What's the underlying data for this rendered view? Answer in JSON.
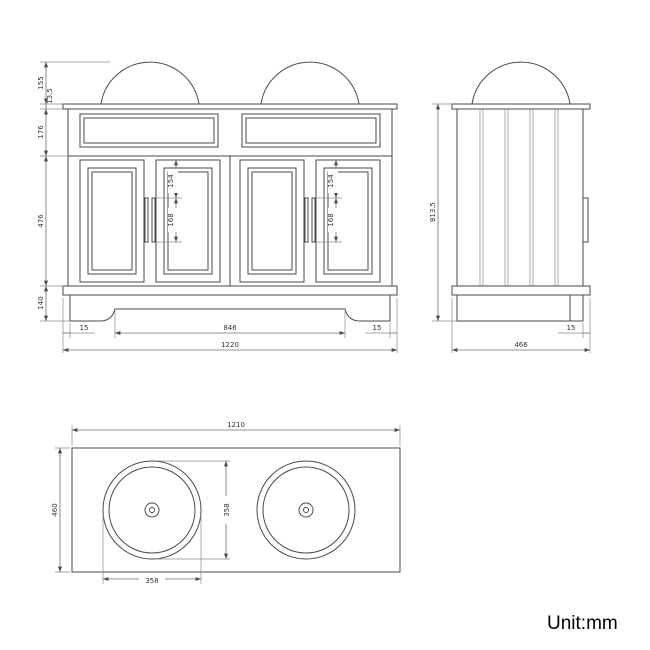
{
  "unit_label": "Unit:mm",
  "front_view": {
    "dims": {
      "sink_height": "155",
      "counter_thickness": "13.5",
      "top_rail_height": "176",
      "door_height": "476",
      "plinth_height": "140",
      "left_overhang": "15",
      "plinth_opening_width": "846",
      "right_overhang": "15",
      "total_width": "1220",
      "handle_offset": "154",
      "handle_length": "168"
    }
  },
  "side_view": {
    "dims": {
      "total_height": "813.5",
      "depth": "466",
      "front_overhang": "15"
    }
  },
  "plan_view": {
    "dims": {
      "counter_width": "1210",
      "counter_depth": "460",
      "basin_diameter": "358",
      "basin_diameter_vertical": "358"
    }
  }
}
